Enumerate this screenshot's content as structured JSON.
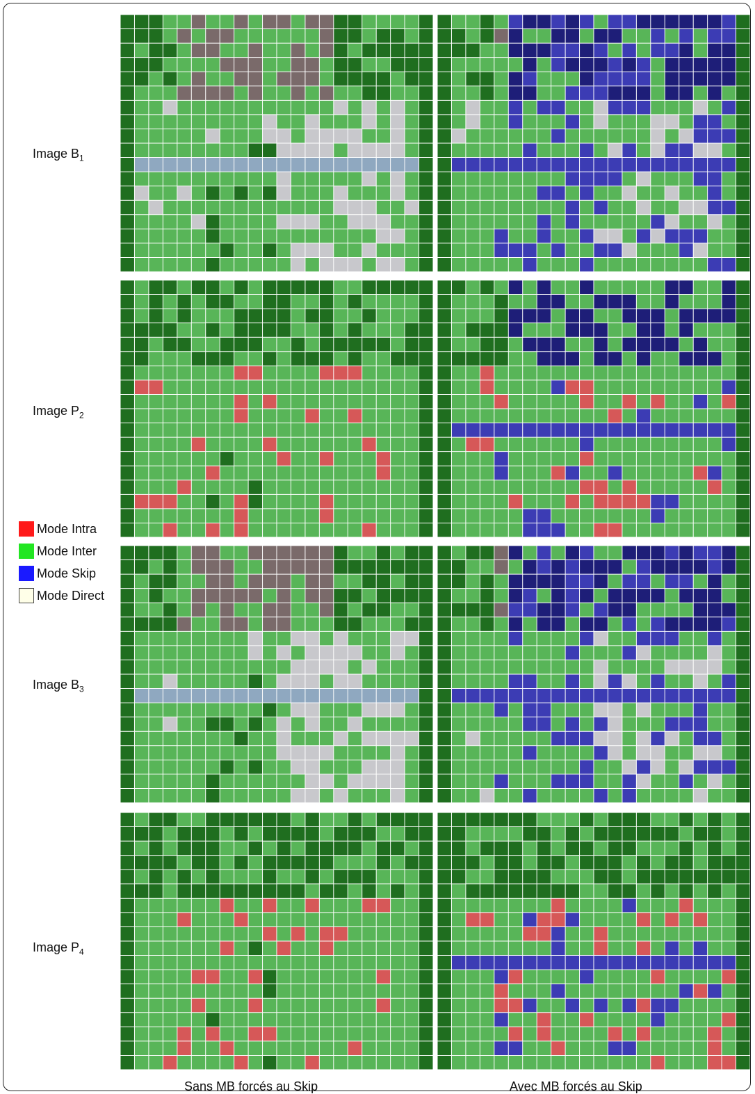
{
  "rows": [
    {
      "prefix": "Image ",
      "letter": "B",
      "sub": "1"
    },
    {
      "prefix": "Image ",
      "letter": "P",
      "sub": "2"
    },
    {
      "prefix": "Image ",
      "letter": "B",
      "sub": "3"
    },
    {
      "prefix": "Image ",
      "letter": "P",
      "sub": "4"
    }
  ],
  "columns": [
    {
      "caption": "Sans MB forcés au Skip"
    },
    {
      "caption": "Avec MB forcés au Skip"
    }
  ],
  "legend": [
    {
      "label": "Mode Intra",
      "color": "#ff1a1a"
    },
    {
      "label": "Mode Inter",
      "color": "#22e622"
    },
    {
      "label": "Mode Skip",
      "color": "#1a1aff"
    },
    {
      "label": "Mode Direct",
      "color": "#ffffe8"
    }
  ],
  "colors": {
    "inter": "#58b558",
    "inter_dark": "#1f6e1f",
    "skip": "#3c3cb4",
    "skip_dark": "#1e1e78",
    "intra": "#d65858",
    "direct": "#c8c8cc",
    "crowd": "#7a6a6a",
    "grid": "#ffffff"
  }
}
